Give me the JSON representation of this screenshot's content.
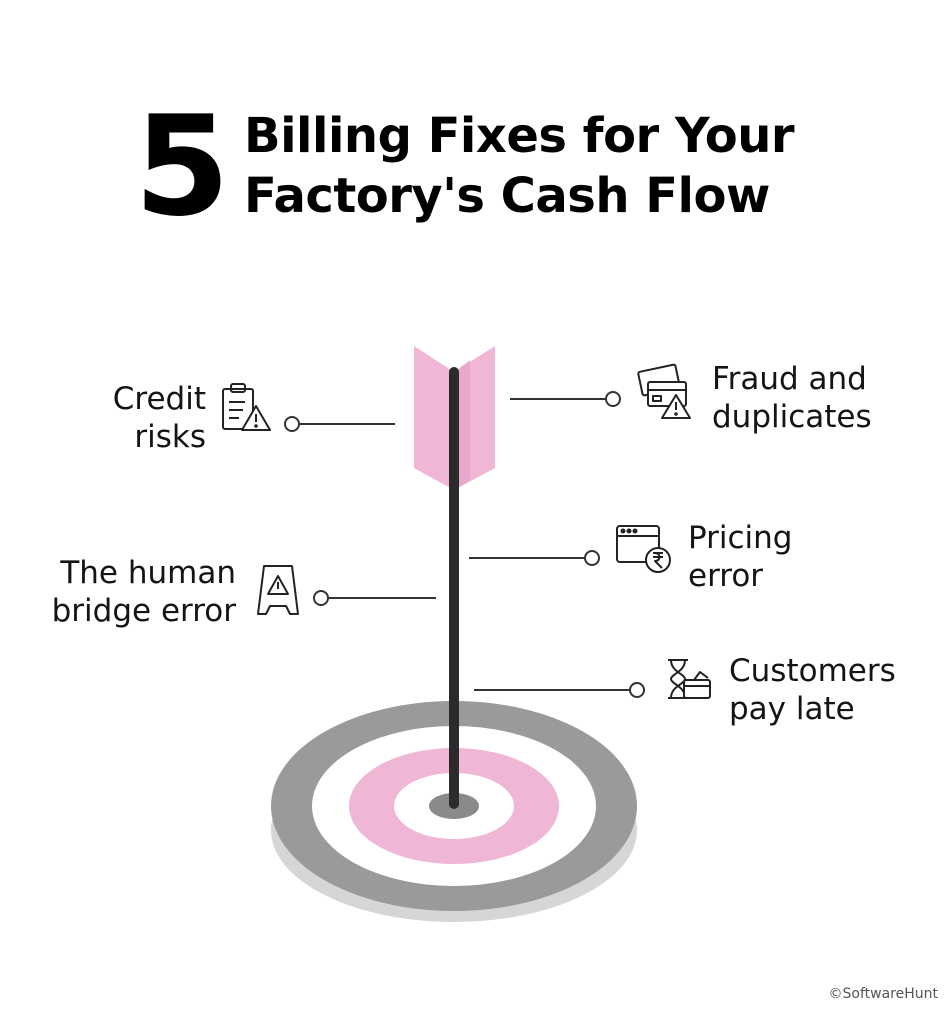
{
  "header": {
    "number": "5",
    "title_line1": "Billing Fixes for Your",
    "title_line2": "Factory's Cash Flow"
  },
  "items": [
    {
      "line1": "Credit",
      "line2": "risks",
      "icon": "clipboard-warning-icon"
    },
    {
      "line1": "Fraud and",
      "line2": "duplicates",
      "icon": "cards-warning-icon"
    },
    {
      "line1": "Pricing",
      "line2": "error",
      "icon": "browser-rupee-icon"
    },
    {
      "line1": "The human",
      "line2": "bridge error",
      "icon": "warning-sign-board-icon"
    },
    {
      "line1": "Customers",
      "line2": "pay late",
      "icon": "hourglass-money-icon"
    }
  ],
  "footer": {
    "credit": "©SoftwareHunt"
  },
  "colors": {
    "pink": "#efb6d6",
    "gray": "#999999",
    "dark": "#2b2b2b"
  }
}
